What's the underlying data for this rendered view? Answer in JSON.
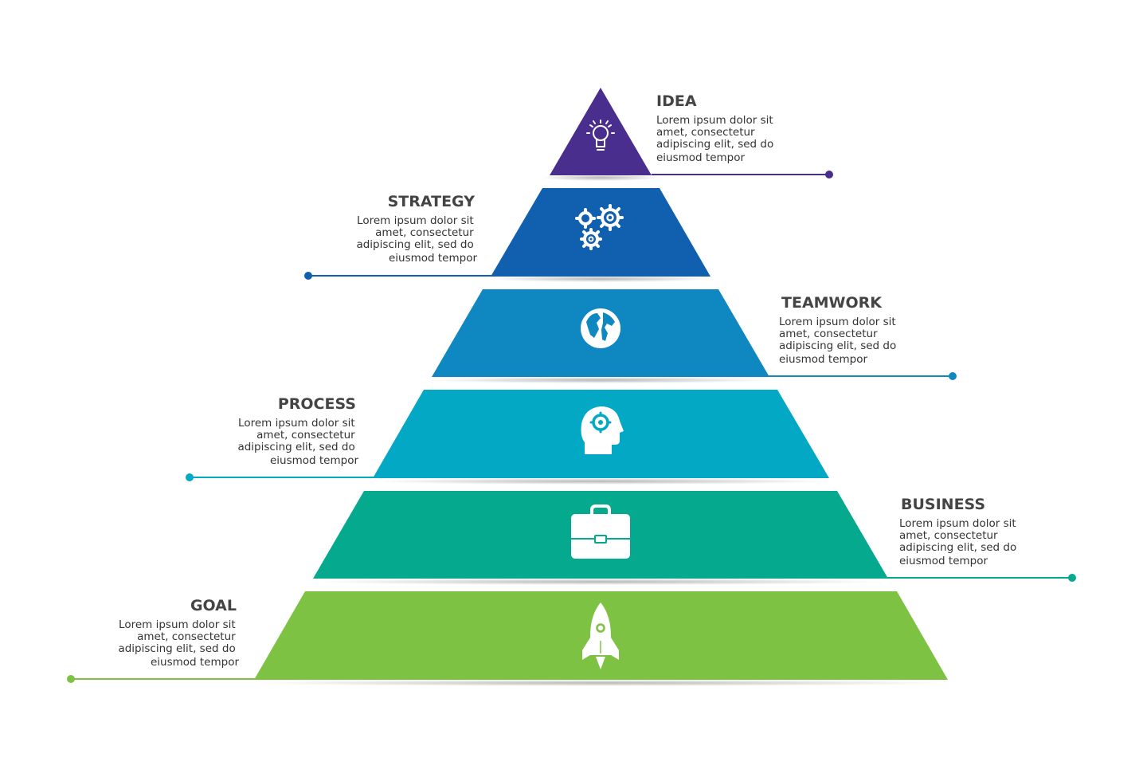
{
  "levels": [
    {
      "id": "idea",
      "title": "IDEA",
      "lines": [
        "Lorem ipsum dolor sit",
        "amet, consectetur",
        "adipiscing elit, sed do",
        "eiusmod tempor"
      ],
      "color": "#4a2e8e",
      "side": "right",
      "icon": "lightbulb-icon"
    },
    {
      "id": "strategy",
      "title": "STRATEGY",
      "lines": [
        "Lorem ipsum dolor sit",
        "amet, consectetur",
        "adipiscing elit, sed do",
        "eiusmod tempor"
      ],
      "color": "#1160b0",
      "side": "left",
      "icon": "gears-icon"
    },
    {
      "id": "teamwork",
      "title": "TEAMWORK",
      "lines": [
        "Lorem ipsum dolor sit",
        "amet, consectetur",
        "adipiscing elit, sed do",
        "eiusmod tempor"
      ],
      "color": "#0f87c1",
      "side": "right",
      "icon": "globe-icon"
    },
    {
      "id": "process",
      "title": "PROCESS",
      "lines": [
        "Lorem ipsum dolor sit",
        "amet, consectetur",
        "adipiscing elit, sed do",
        "eiusmod tempor"
      ],
      "color": "#03a9c4",
      "side": "left",
      "icon": "head-gear-icon"
    },
    {
      "id": "business",
      "title": "BUSINESS",
      "lines": [
        "Lorem ipsum dolor sit",
        "amet, consectetur",
        "adipiscing elit, sed do",
        "eiusmod tempor"
      ],
      "color": "#04a98e",
      "side": "right",
      "icon": "briefcase-icon"
    },
    {
      "id": "goal",
      "title": "GOAL",
      "lines": [
        "Lorem ipsum dolor sit",
        "amet, consectetur",
        "adipiscing elit, sed do",
        "eiusmod tempor"
      ],
      "color": "#7dc242",
      "side": "left",
      "icon": "rocket-icon"
    }
  ]
}
